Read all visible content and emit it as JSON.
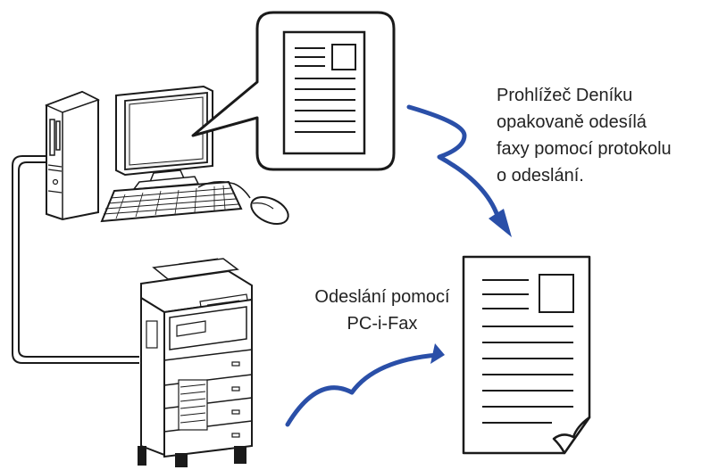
{
  "labels": {
    "journal_note": [
      "Prohlížeč Deníku",
      "opakovaně odesílá",
      "faxy pomocí protokolu",
      "o odeslání."
    ],
    "pcfax_note": [
      "Odeslání pomocí",
      "PC-i-Fax"
    ]
  },
  "icons": {
    "computer": "desktop-computer-icon",
    "printer": "multifunction-printer-icon",
    "document": "document-icon",
    "fax_document": "fax-document-icon",
    "arrow": "lightning-arrow-icon"
  },
  "colors": {
    "outline": "#1a1a1a",
    "arrow": "#2a4fa8",
    "screen_fill": "#f2f2f2"
  }
}
